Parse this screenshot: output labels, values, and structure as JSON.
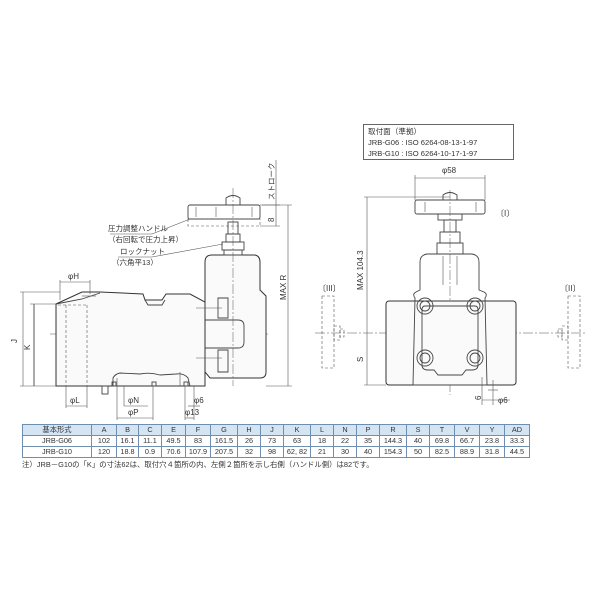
{
  "standard_box": {
    "title": "取付面（準拠）",
    "lines": [
      "JRB-G06 : ISO 6264-08-13-1-97",
      "JRB-G10 : ISO 6264-10-17-1-97"
    ]
  },
  "side_view": {
    "callouts": {
      "handle_line1": "圧力調整ハンドル",
      "handle_line2": "（右回転で圧力上昇）",
      "locknut_line1": "ロックナット",
      "locknut_line2": "（六角平13）"
    },
    "dims": {
      "stroke": "ストローク",
      "eight": "8",
      "max_r": "MAX R",
      "phi_h": "φH",
      "j": "J",
      "k": "K",
      "phi_l": "φL",
      "phi_n": "φN",
      "phi_p": "φP",
      "phi_13": "φ13",
      "phi_6": "φ6"
    }
  },
  "front_view": {
    "dims": {
      "phi_58": "φ58",
      "max_104": "MAX 104.3",
      "s": "S",
      "six": "6",
      "phi_6": "φ6"
    },
    "views": {
      "v1": "〔I〕",
      "v2": "〔II〕",
      "v3": "〔III〕"
    }
  },
  "dimension_table": {
    "headers": [
      "基本形式",
      "A",
      "B",
      "C",
      "E",
      "F",
      "G",
      "H",
      "J",
      "K",
      "L",
      "N",
      "P",
      "R",
      "S",
      "T",
      "V",
      "Y",
      "AD"
    ],
    "rows": [
      [
        "JRB-G06",
        "102",
        "16.1",
        "11.1",
        "49.5",
        "83",
        "161.5",
        "26",
        "73",
        "63",
        "18",
        "22",
        "35",
        "144.3",
        "40",
        "69.8",
        "66.7",
        "23.8",
        "33.3"
      ],
      [
        "JRB-G10",
        "120",
        "18.8",
        "0.9",
        "70.6",
        "107.9",
        "207.5",
        "32",
        "98",
        "62, 82",
        "21",
        "30",
        "40",
        "154.3",
        "50",
        "82.5",
        "88.9",
        "31.8",
        "44.5"
      ]
    ]
  },
  "note": "注）JRB－G10の「K」の寸法62は、取付穴４箇所の内、左側２箇所を示し右側（ハンドル側）は82です。"
}
